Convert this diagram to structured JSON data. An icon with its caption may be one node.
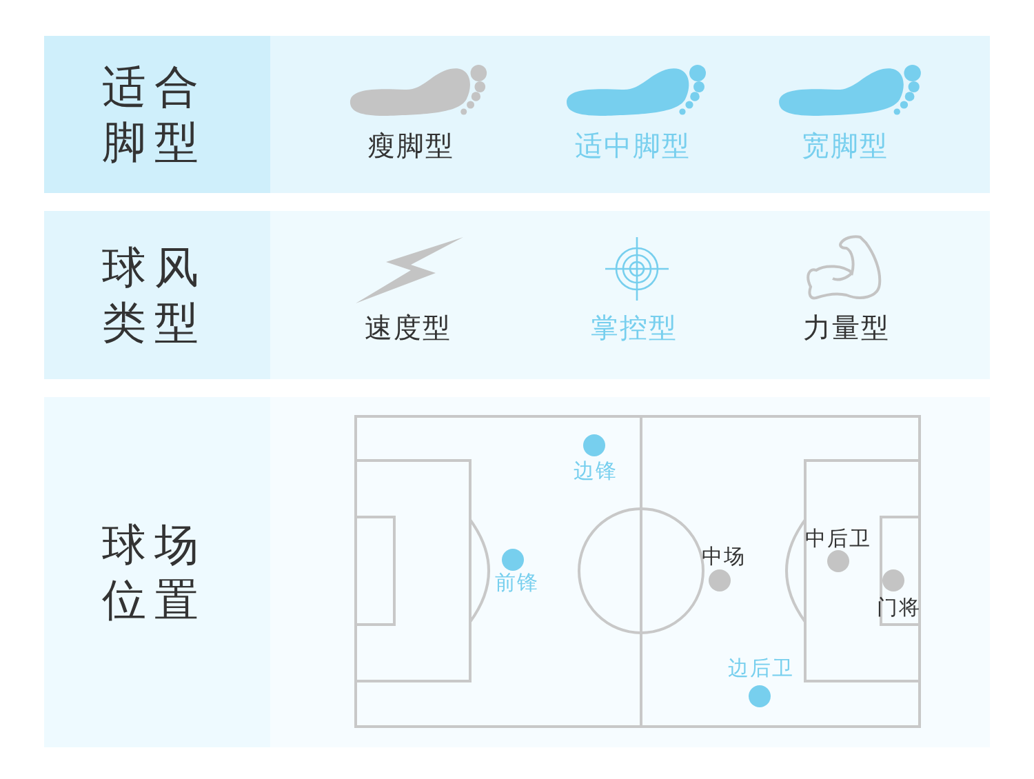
{
  "diagram": {
    "nodes": [
      {
        "text": [
          "适合脚型"
        ]
      },
      {
        "text": [
          "球风类型"
        ]
      },
      {
        "text": [
          "球场位置"
        ]
      }
    ],
    "labels": [
      "瘦脚型",
      "适中脚型",
      "宽脚型",
      "速度型",
      "掌控型",
      "力量型",
      "边锋",
      "前锋",
      "中场",
      "中后卫",
      "门将",
      "边后卫"
    ]
  }
}
